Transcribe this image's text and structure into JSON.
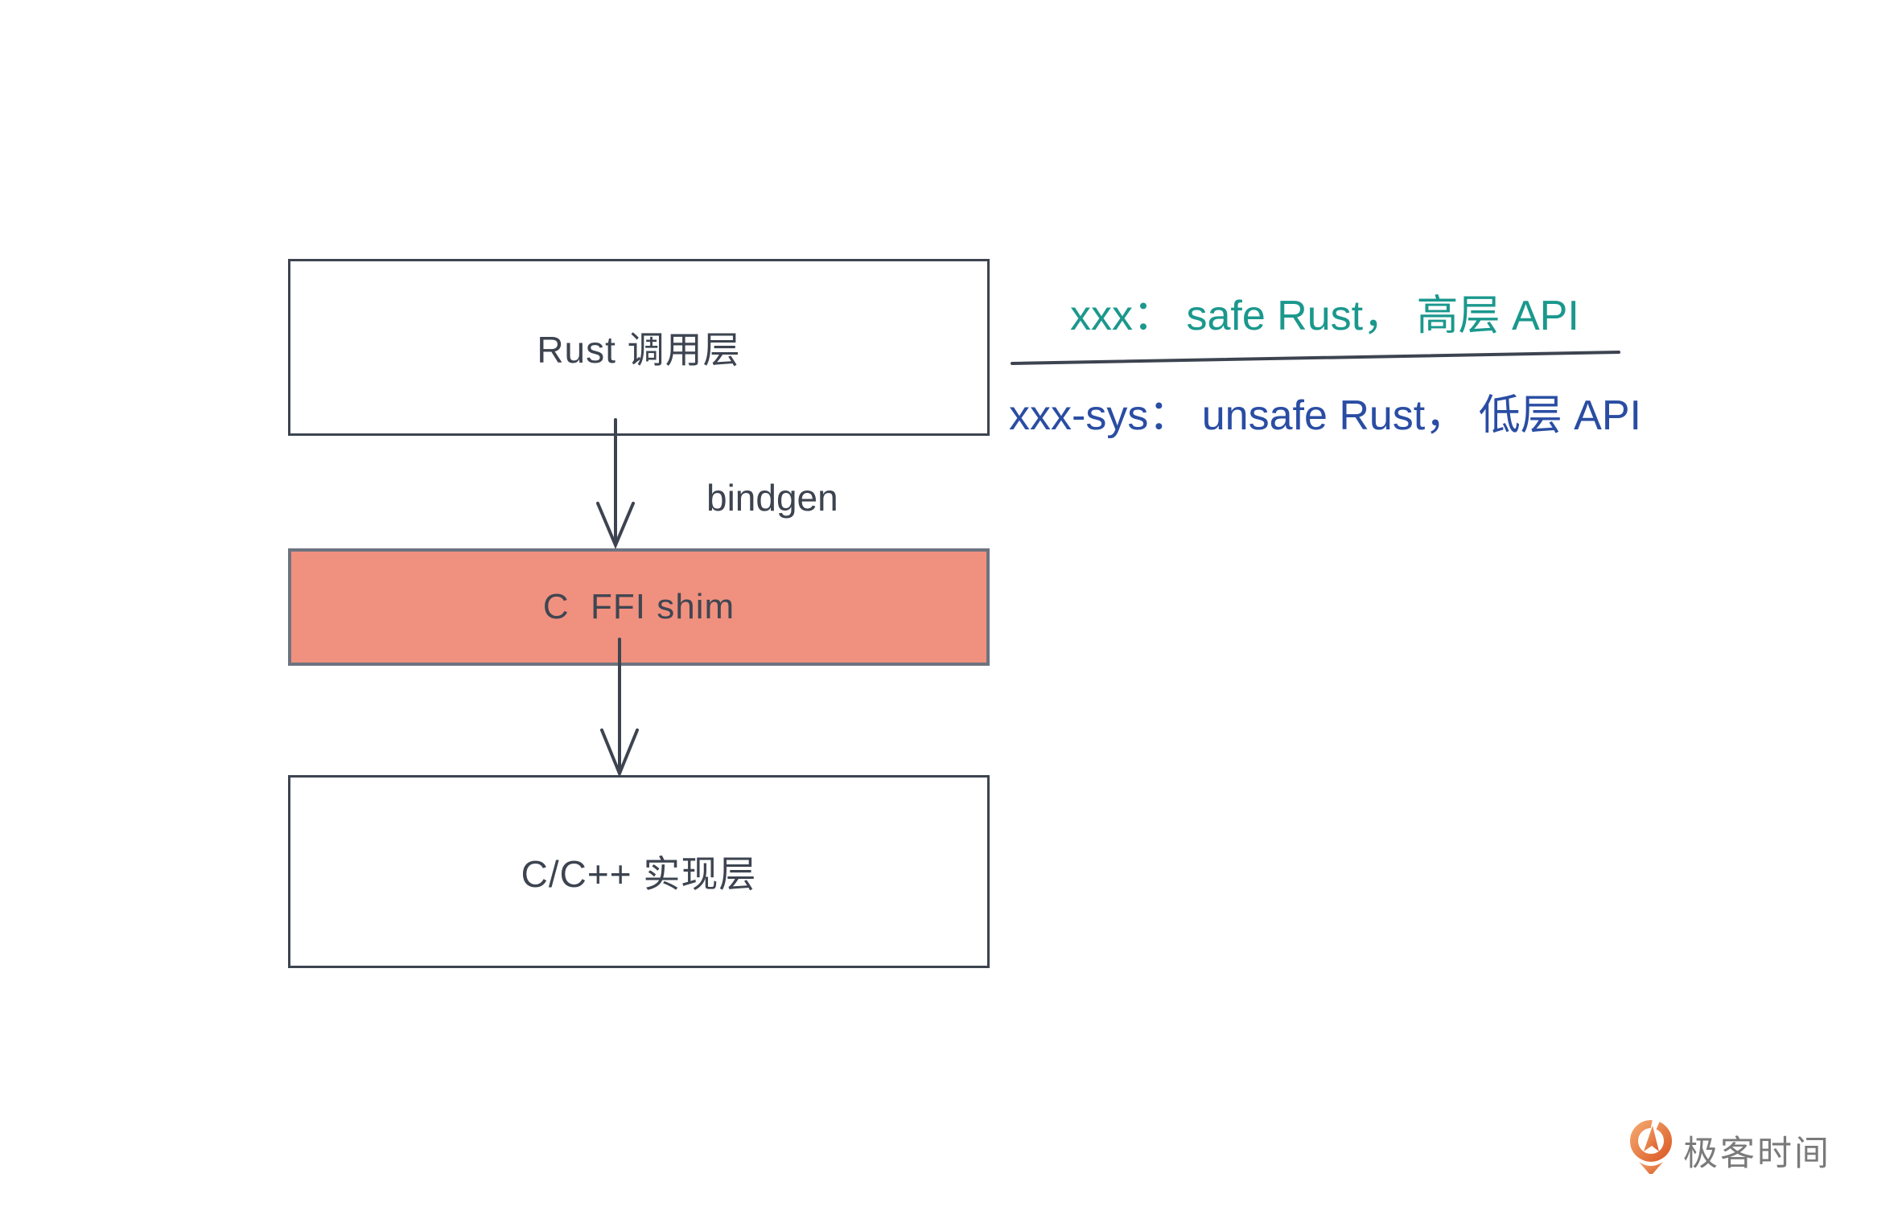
{
  "diagram": {
    "boxes": [
      {
        "id": "rust-call-layer",
        "label": "Rust 调用层",
        "fill": "#ffffff",
        "border": "#3d4450"
      },
      {
        "id": "c-ffi-shim",
        "label": "C  FFI shim",
        "fill": "#f0907f",
        "border": "#6e7380"
      },
      {
        "id": "c-cpp-impl-layer",
        "label": "C/C++ 实现层",
        "fill": "#ffffff",
        "border": "#3d4450"
      }
    ],
    "arrows": [
      {
        "from": "rust-call-layer",
        "to": "c-ffi-shim",
        "label": "bindgen"
      },
      {
        "from": "c-ffi-shim",
        "to": "c-cpp-impl-layer",
        "label": ""
      }
    ],
    "arrow_label": "bindgen",
    "line_color": "#3d4450"
  },
  "legend": {
    "line1": {
      "text": "xxx： safe Rust， 高层 API",
      "color": "#1b988d"
    },
    "line2": {
      "text": "xxx-sys： unsafe Rust， 低层 API",
      "color": "#2a4da3"
    },
    "divider_color": "#3d4450"
  },
  "branding": {
    "logo_text": "极客时间",
    "icon": "geektime-pin-icon",
    "icon_gradient_start": "#f2a46c",
    "icon_gradient_end": "#dd5e29",
    "text_color": "#7a7a7a"
  }
}
